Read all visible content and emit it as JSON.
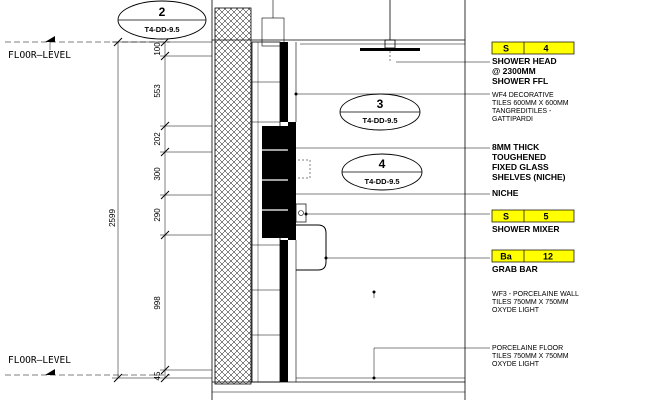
{
  "levels": {
    "top": "FLOOR—LEVEL",
    "bottom": "FLOOR—LEVEL"
  },
  "dimensions": {
    "overall": "2599",
    "segments": [
      "100",
      "553",
      "202",
      "300",
      "290",
      "998",
      "45"
    ]
  },
  "bubbles": [
    {
      "number": "2",
      "ref": "T4-DD-9.5"
    },
    {
      "number": "3",
      "ref": "T4-DD-9.5"
    },
    {
      "number": "4",
      "ref": "T4-DD-9.5"
    }
  ],
  "tags": [
    {
      "code": "S",
      "num": "4"
    },
    {
      "code": "S",
      "num": "5"
    },
    {
      "code": "Ba",
      "num": "12"
    }
  ],
  "notes": {
    "shower_head": [
      "SHOWER HEAD",
      "@ 2300MM",
      "SHOWER FFL"
    ],
    "wf4": [
      "WF4 DECORATIVE",
      "TILES 600MM X 600MM",
      "TANGREDITILES -",
      "GATTIPARDI"
    ],
    "glass": [
      "8MM THICK",
      "TOUGHENED",
      "FIXED GLASS",
      "SHELVES (NICHE)"
    ],
    "niche": "NICHE",
    "mixer": "SHOWER MIXER",
    "grab_bar": "GRAB BAR",
    "wf3": [
      "WF3 - PORCELAINE WALL",
      "TILES 750MM X 750MM",
      "OXYDE LIGHT"
    ],
    "floor": [
      "PORCELAINE FLOOR",
      "TILES 750MM X 750MM",
      "OXYDE LIGHT"
    ]
  },
  "colors": {
    "tag_fill": "#ffff00",
    "line": "#000000"
  }
}
